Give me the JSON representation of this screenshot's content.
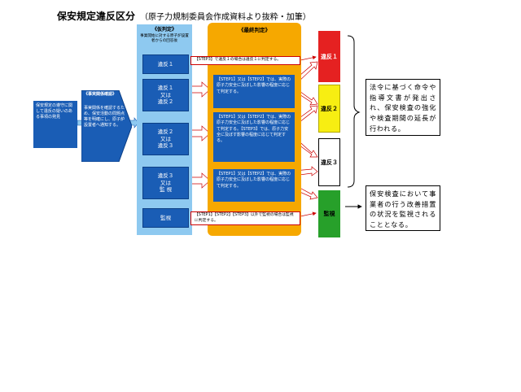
{
  "title": "保安規定違反区分",
  "subtitle": "（原子力規制委員会作成資料より抜粋・加筆）",
  "start_text": "保安規定の遵守に関して違反の疑いのある事項の発見",
  "confirm": {
    "header": "《事実関係確認》",
    "text": "事実関係を確認するため、保安活動の問題点等を明確にし、原子炉設置者へ通知する。"
  },
  "provisional": {
    "header": "《仮判定》",
    "subtext": "事業開始に対する原子炉設置者からの回答後",
    "items": [
      {
        "lines": [
          "違反１"
        ]
      },
      {
        "lines": [
          "違反１",
          "又は",
          "違反２"
        ]
      },
      {
        "lines": [
          "違反２",
          "又は",
          "違反３"
        ]
      },
      {
        "lines": [
          "違反３",
          "又は",
          "監 視"
        ]
      },
      {
        "lines": [
          "監視"
        ]
      }
    ]
  },
  "final": {
    "header": "《最終判定》",
    "note_step3": "【STEP3】で違反１の場合は違反１に判定する。",
    "box1": "【STEP1】又は【STEP2】では、実際の原子力安全に及ぼした影響の程度に応じて判定する。",
    "box2": "【STEP1】又は【STEP2】では、実際の原子力安全に及ぼした影響の程度に応じて判定する。【STEP3】では、原子力安全に及ぼす影響の程度に応じて判定する。",
    "box3": "【STEP1】又は【STEP2】では、実際の原子力安全に及ぼした影響の程度に応じて判定する。",
    "note_monitor": "【STEP1】【STEP2】【STEP3】以外で監視の場合は監視に判定する。"
  },
  "results": [
    {
      "label": "違反１",
      "color": "#e52121"
    },
    {
      "label": "違反２",
      "color": "#f7ee12"
    },
    {
      "label": "違反３",
      "color": "#ffffff"
    },
    {
      "label": "監視",
      "color": "#27a02a"
    }
  ],
  "outcome_violation": "法令に基づく命令や指導文書が発出され、保安検査の強化や検査期間の延長が行われる。",
  "outcome_monitor": "保安検査において事業者の行う改善措置の状況を監視されることとなる。"
}
